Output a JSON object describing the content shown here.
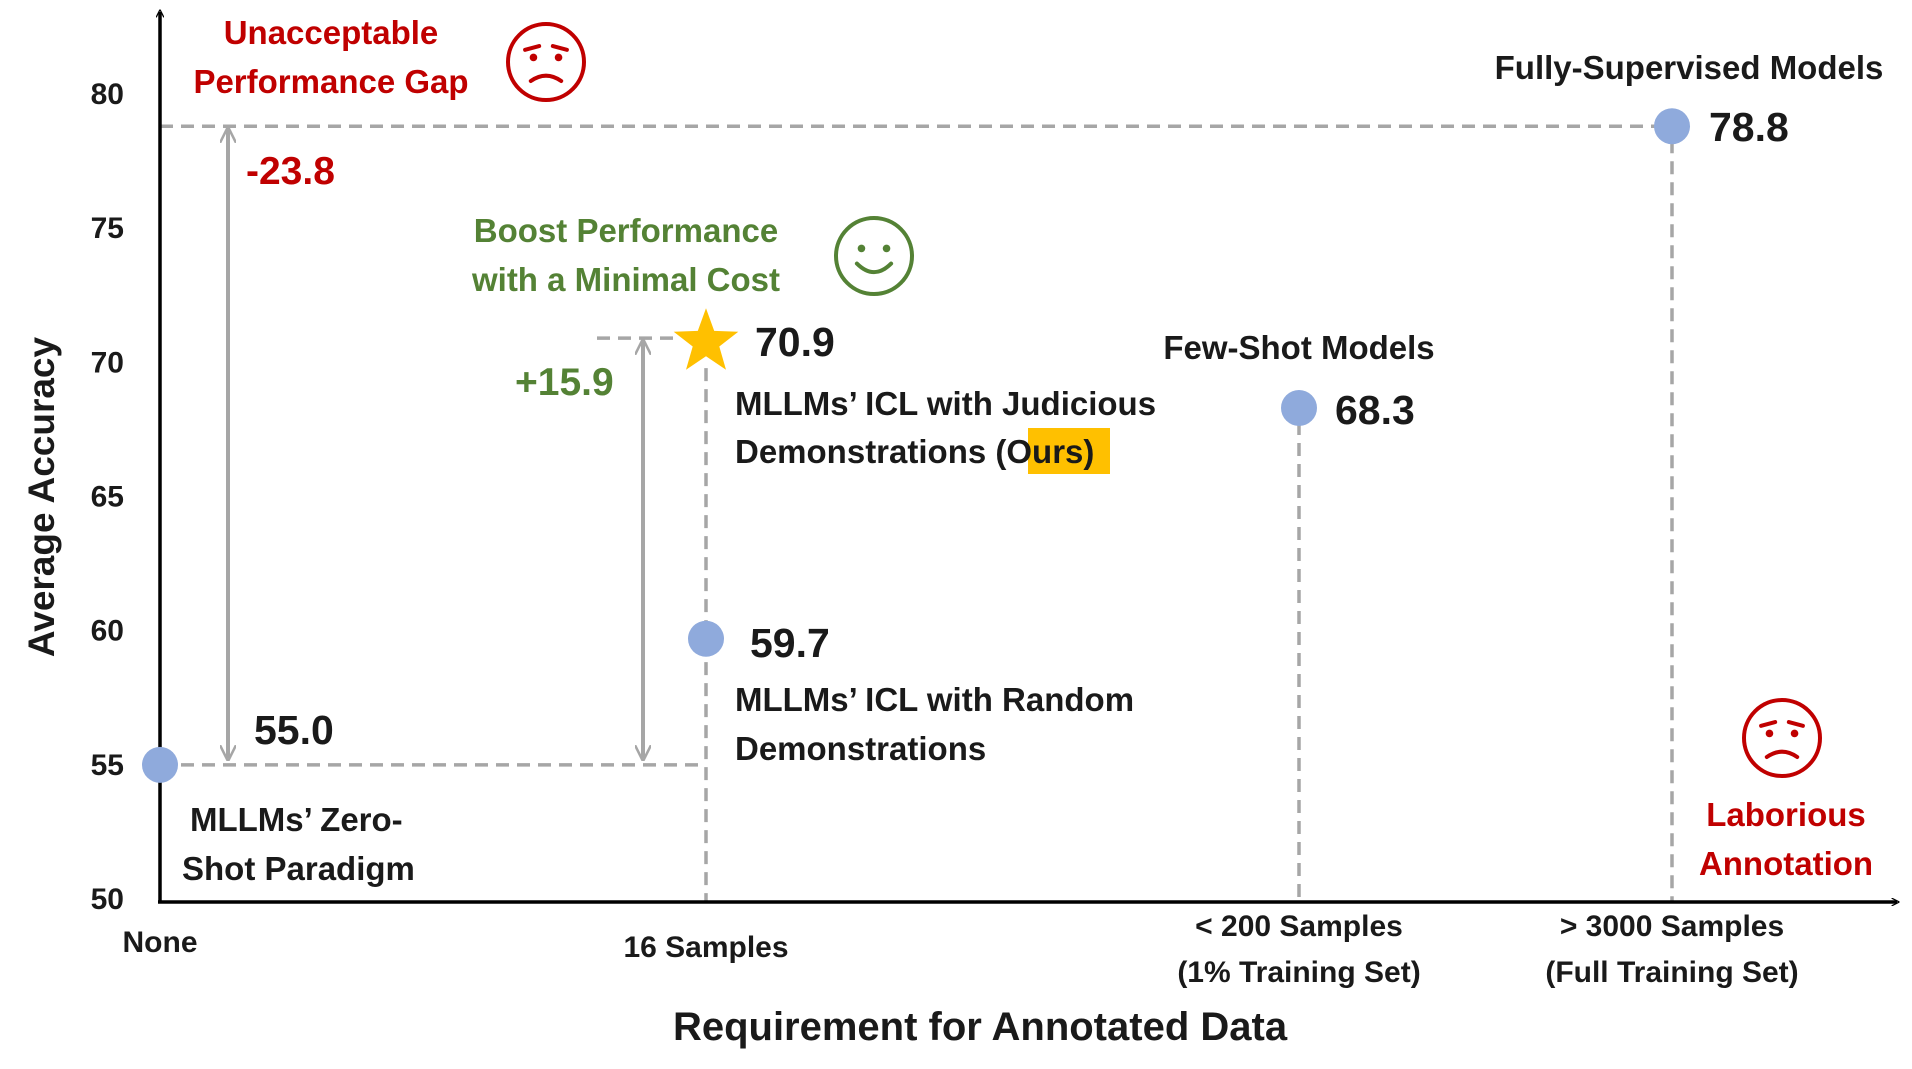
{
  "colors": {
    "axis": "#000000",
    "guide": "#a6a6a6",
    "point": "#8faadc",
    "star": "#ffc000",
    "highlight": "#ffc000",
    "red": "#c00000",
    "green": "#548235",
    "arrow": "#a6a6a6",
    "text": "#1a1a1a"
  },
  "chart_data": {
    "type": "scatter",
    "xlabel": "Requirement for Annotated Data",
    "ylabel": "Average Accuracy",
    "ylim": [
      50,
      82
    ],
    "yticks": [
      50,
      55,
      60,
      65,
      70,
      75,
      80
    ],
    "grid": false,
    "categories": [
      {
        "id": "none",
        "lines": [
          "None"
        ]
      },
      {
        "id": "16",
        "lines": [
          "16 Samples"
        ]
      },
      {
        "id": "200",
        "lines": [
          "< 200 Samples",
          "(1% Training Set)"
        ]
      },
      {
        "id": "3000",
        "lines": [
          "> 3000 Samples",
          "(Full Training Set)"
        ]
      }
    ],
    "points": [
      {
        "id": "zero-shot",
        "category": "none",
        "y": 55.0,
        "value_label": "55.0",
        "marker": "circle",
        "desc_lines": [
          "MLLMs’ Zero-",
          "Shot Paradigm"
        ]
      },
      {
        "id": "random",
        "category": "16",
        "y": 59.7,
        "value_label": "59.7",
        "marker": "circle",
        "desc_lines": [
          "MLLMs’ ICL with Random",
          "Demonstrations"
        ]
      },
      {
        "id": "ours",
        "category": "16",
        "y": 70.9,
        "value_label": "70.9",
        "marker": "star",
        "desc_line1": "MLLMs’ ICL with Judicious",
        "desc_line2_pre": "Demonstrations (",
        "desc_line2_hl": "Ours",
        "desc_line2_post": ")"
      },
      {
        "id": "few-shot",
        "category": "200",
        "y": 68.3,
        "value_label": "68.3",
        "marker": "circle",
        "title": "Few-Shot Models"
      },
      {
        "id": "fully",
        "category": "3000",
        "y": 78.8,
        "value_label": "78.8",
        "marker": "circle",
        "title": "Fully-Supervised Models"
      }
    ],
    "annotations": {
      "gap_value": "-23.8",
      "gap_lines": [
        "Unacceptable",
        "Performance Gap"
      ],
      "boost_value": "+15.9",
      "boost_lines": [
        "Boost Performance",
        "with a Minimal Cost"
      ],
      "laborious_lines": [
        "Laborious",
        "Annotation"
      ]
    },
    "icons": [
      "sad-face-icon",
      "smile-face-icon",
      "sad-face-icon"
    ]
  }
}
